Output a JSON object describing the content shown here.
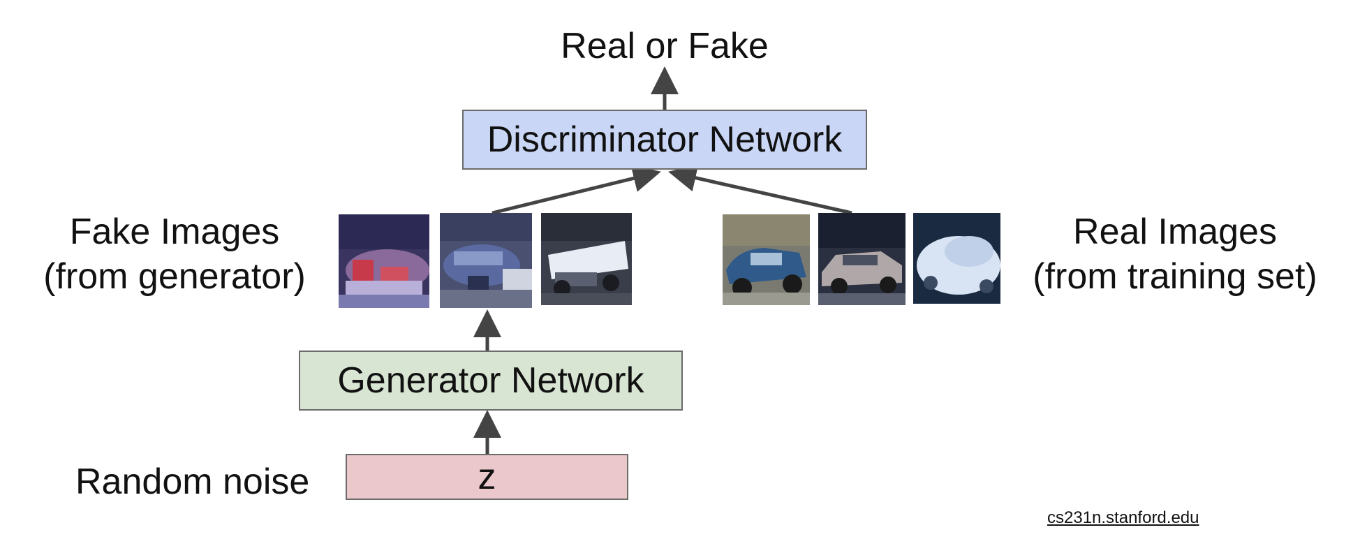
{
  "output_label": "Real or Fake",
  "discriminator": {
    "label": "Discriminator Network",
    "fill": "#c9d6f5"
  },
  "generator": {
    "label": "Generator Network",
    "fill": "#d8e5d3"
  },
  "noise": {
    "label": "Random noise",
    "box_label": "z",
    "fill": "#ebc8cb"
  },
  "fake_images": {
    "line1": "Fake Images",
    "line2": "(from generator)"
  },
  "real_images": {
    "line1": "Real Images",
    "line2": "(from training set)"
  },
  "credit": "cs231n.stanford.edu",
  "arrow_color": "#444444"
}
